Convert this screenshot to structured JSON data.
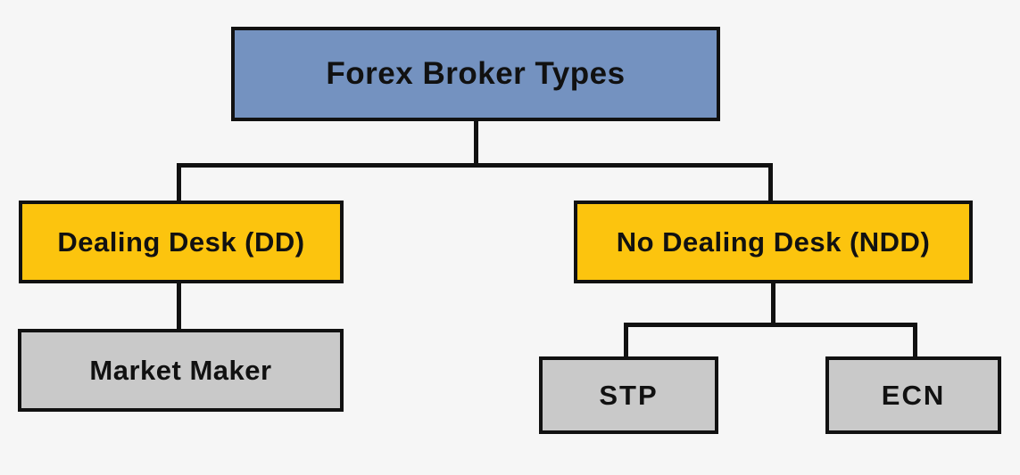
{
  "diagram": {
    "type": "tree",
    "title": "Forex Broker Types",
    "background": "#f6f6f6",
    "colors": {
      "root_fill": "#7492c0",
      "category_fill": "#fcc40e",
      "leaf_fill": "#c9c9c9",
      "border": "#111111",
      "line": "#111111",
      "text": "#111111",
      "background": "#f6f6f6"
    },
    "nodes": {
      "root": {
        "label": "Forex Broker Types",
        "level": "root",
        "parent": null
      },
      "dd": {
        "label": "Dealing Desk (DD)",
        "level": "category",
        "parent": "root"
      },
      "ndd": {
        "label": "No Dealing Desk (NDD)",
        "level": "category",
        "parent": "root"
      },
      "market_maker": {
        "label": "Market Maker",
        "level": "leaf",
        "parent": "dd"
      },
      "stp": {
        "label": "STP",
        "level": "leaf",
        "parent": "ndd"
      },
      "ecn": {
        "label": "ECN",
        "level": "leaf",
        "parent": "ndd"
      }
    },
    "edges": [
      {
        "from": "root",
        "to": "dd"
      },
      {
        "from": "root",
        "to": "ndd"
      },
      {
        "from": "dd",
        "to": "market_maker"
      },
      {
        "from": "ndd",
        "to": "stp"
      },
      {
        "from": "ndd",
        "to": "ecn"
      }
    ]
  }
}
